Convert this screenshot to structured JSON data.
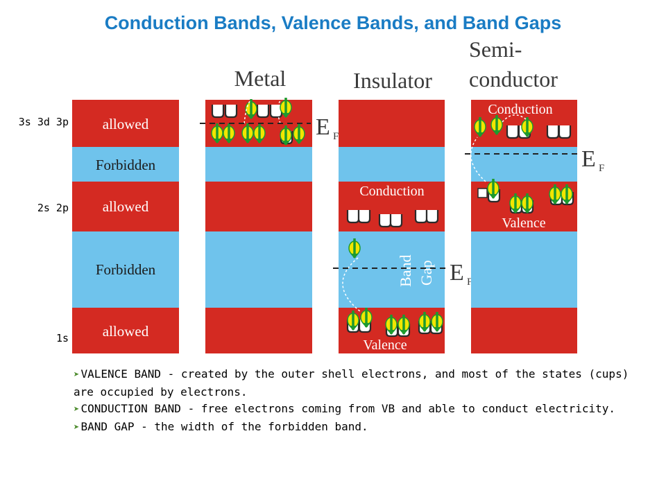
{
  "title": "Conduction Bands, Valence Bands, and Band Gaps",
  "orbital_labels": {
    "shell3": "3s 3d 3p",
    "shell2": "2s 2p",
    "shell1": "1s"
  },
  "reference": {
    "labels": [
      "allowed",
      "Forbidden",
      "allowed",
      "Forbidden",
      "allowed"
    ]
  },
  "metal": {
    "title": "Metal"
  },
  "insulator": {
    "title": "Insulator",
    "conduction_label": "Conduction",
    "gap_label_1": "Band",
    "gap_label_2": "Gap",
    "valence_label": "Valence"
  },
  "semiconductor": {
    "title_line1": "Semi-",
    "title_line2": "conductor",
    "conduction_label": "Conduction",
    "valence_label": "Valence"
  },
  "fermi": {
    "symbol": "E",
    "subscript": "F"
  },
  "colors": {
    "title": "#1a7cc4",
    "allowed_band": "#d42a22",
    "forbidden_band": "#6fc3ec",
    "electron": "#f2e600",
    "spin_arrow": "#1e9a2e"
  },
  "bullets": [
    "VALENCE BAND - created by the outer shell electrons, and most of the states (cups) are occupied by electrons.",
    "CONDUCTION BAND - free electrons coming from VB and able to conduct electricity.",
    "BAND GAP - the width of the forbidden band."
  ]
}
